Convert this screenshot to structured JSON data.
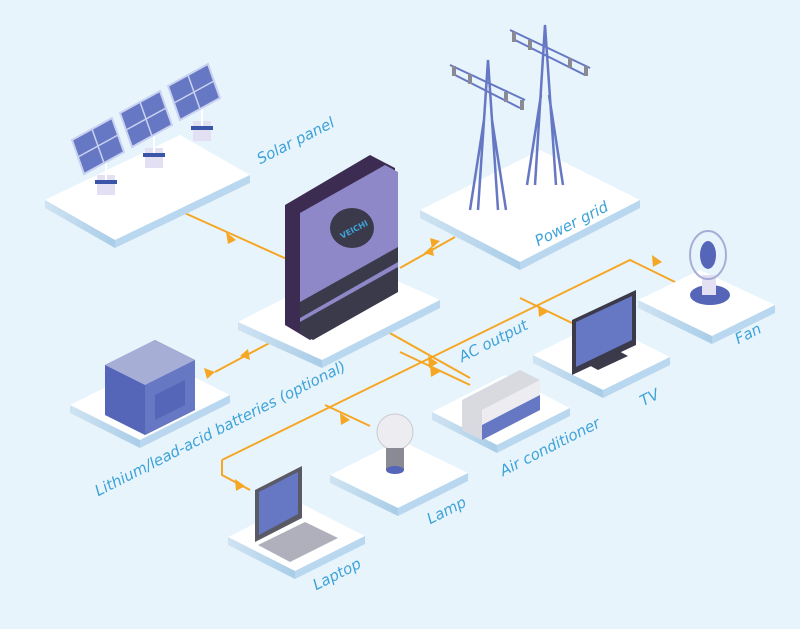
{
  "diagram": {
    "title": "Hybrid solar inverter system",
    "brand": "VEICHI",
    "colors": {
      "background": "#e8f4fc",
      "label": "#3ea3d8",
      "wire": "#f5a623",
      "inverter_body": "#8e88c8",
      "inverter_side": "#3d2c52",
      "device_blue": "#6677c4",
      "platform": "#ffffff"
    },
    "nodes": [
      {
        "id": "solar",
        "label": "Solar panel"
      },
      {
        "id": "grid",
        "label": "Power grid"
      },
      {
        "id": "inverter",
        "label": "VEICHI"
      },
      {
        "id": "battery",
        "label": "Lithium/lead-acid batteries (optional)"
      },
      {
        "id": "ac_output",
        "label": "AC output"
      },
      {
        "id": "fan",
        "label": "Fan"
      },
      {
        "id": "tv",
        "label": "TV"
      },
      {
        "id": "ac",
        "label": "Air conditioner"
      },
      {
        "id": "lamp",
        "label": "Lamp"
      },
      {
        "id": "laptop",
        "label": "Laptop"
      }
    ],
    "edges": [
      {
        "from": "solar",
        "to": "inverter",
        "direction": "one-way"
      },
      {
        "from": "grid",
        "to": "inverter",
        "direction": "two-way"
      },
      {
        "from": "battery",
        "to": "inverter",
        "direction": "two-way"
      },
      {
        "from": "inverter",
        "to": "ac_output",
        "direction": "one-way"
      },
      {
        "from": "ac_output",
        "to": "fan",
        "direction": "one-way"
      },
      {
        "from": "ac_output",
        "to": "tv",
        "direction": "one-way"
      },
      {
        "from": "ac_output",
        "to": "ac",
        "direction": "one-way"
      },
      {
        "from": "ac_output",
        "to": "lamp",
        "direction": "one-way"
      },
      {
        "from": "ac_output",
        "to": "laptop",
        "direction": "one-way"
      }
    ]
  }
}
